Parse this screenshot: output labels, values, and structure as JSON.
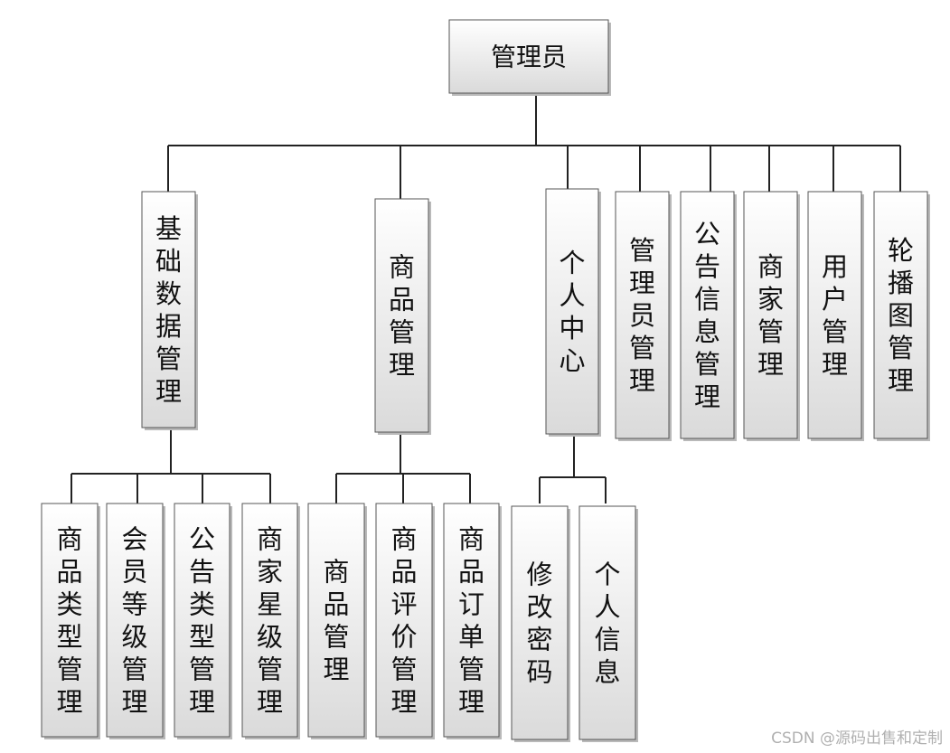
{
  "root": {
    "label": "管理员"
  },
  "level1": [
    {
      "id": "jichu",
      "label": "基础数据管理"
    },
    {
      "id": "shangpin",
      "label": "商品管理"
    },
    {
      "id": "geren",
      "label": "个人中心"
    },
    {
      "id": "guanliyuan",
      "label": "管理员管理"
    },
    {
      "id": "gonggao",
      "label": "公告信息管理"
    },
    {
      "id": "shangjia",
      "label": "商家管理"
    },
    {
      "id": "yonghu",
      "label": "用户管理"
    },
    {
      "id": "lunbotu",
      "label": "轮播图管理"
    }
  ],
  "level2": [
    {
      "parent": "jichu",
      "label": "商品类型管理"
    },
    {
      "parent": "jichu",
      "label": "会员等级管理"
    },
    {
      "parent": "jichu",
      "label": "公告类型管理"
    },
    {
      "parent": "jichu",
      "label": "商家星级管理"
    },
    {
      "parent": "shangpin",
      "label": "商品管理"
    },
    {
      "parent": "shangpin",
      "label": "商品评价管理"
    },
    {
      "parent": "shangpin",
      "label": "商品订单管理"
    },
    {
      "parent": "geren",
      "label": "修改密码"
    },
    {
      "parent": "geren",
      "label": "个人信息"
    }
  ],
  "watermark": "CSDN @源码出售和定制"
}
